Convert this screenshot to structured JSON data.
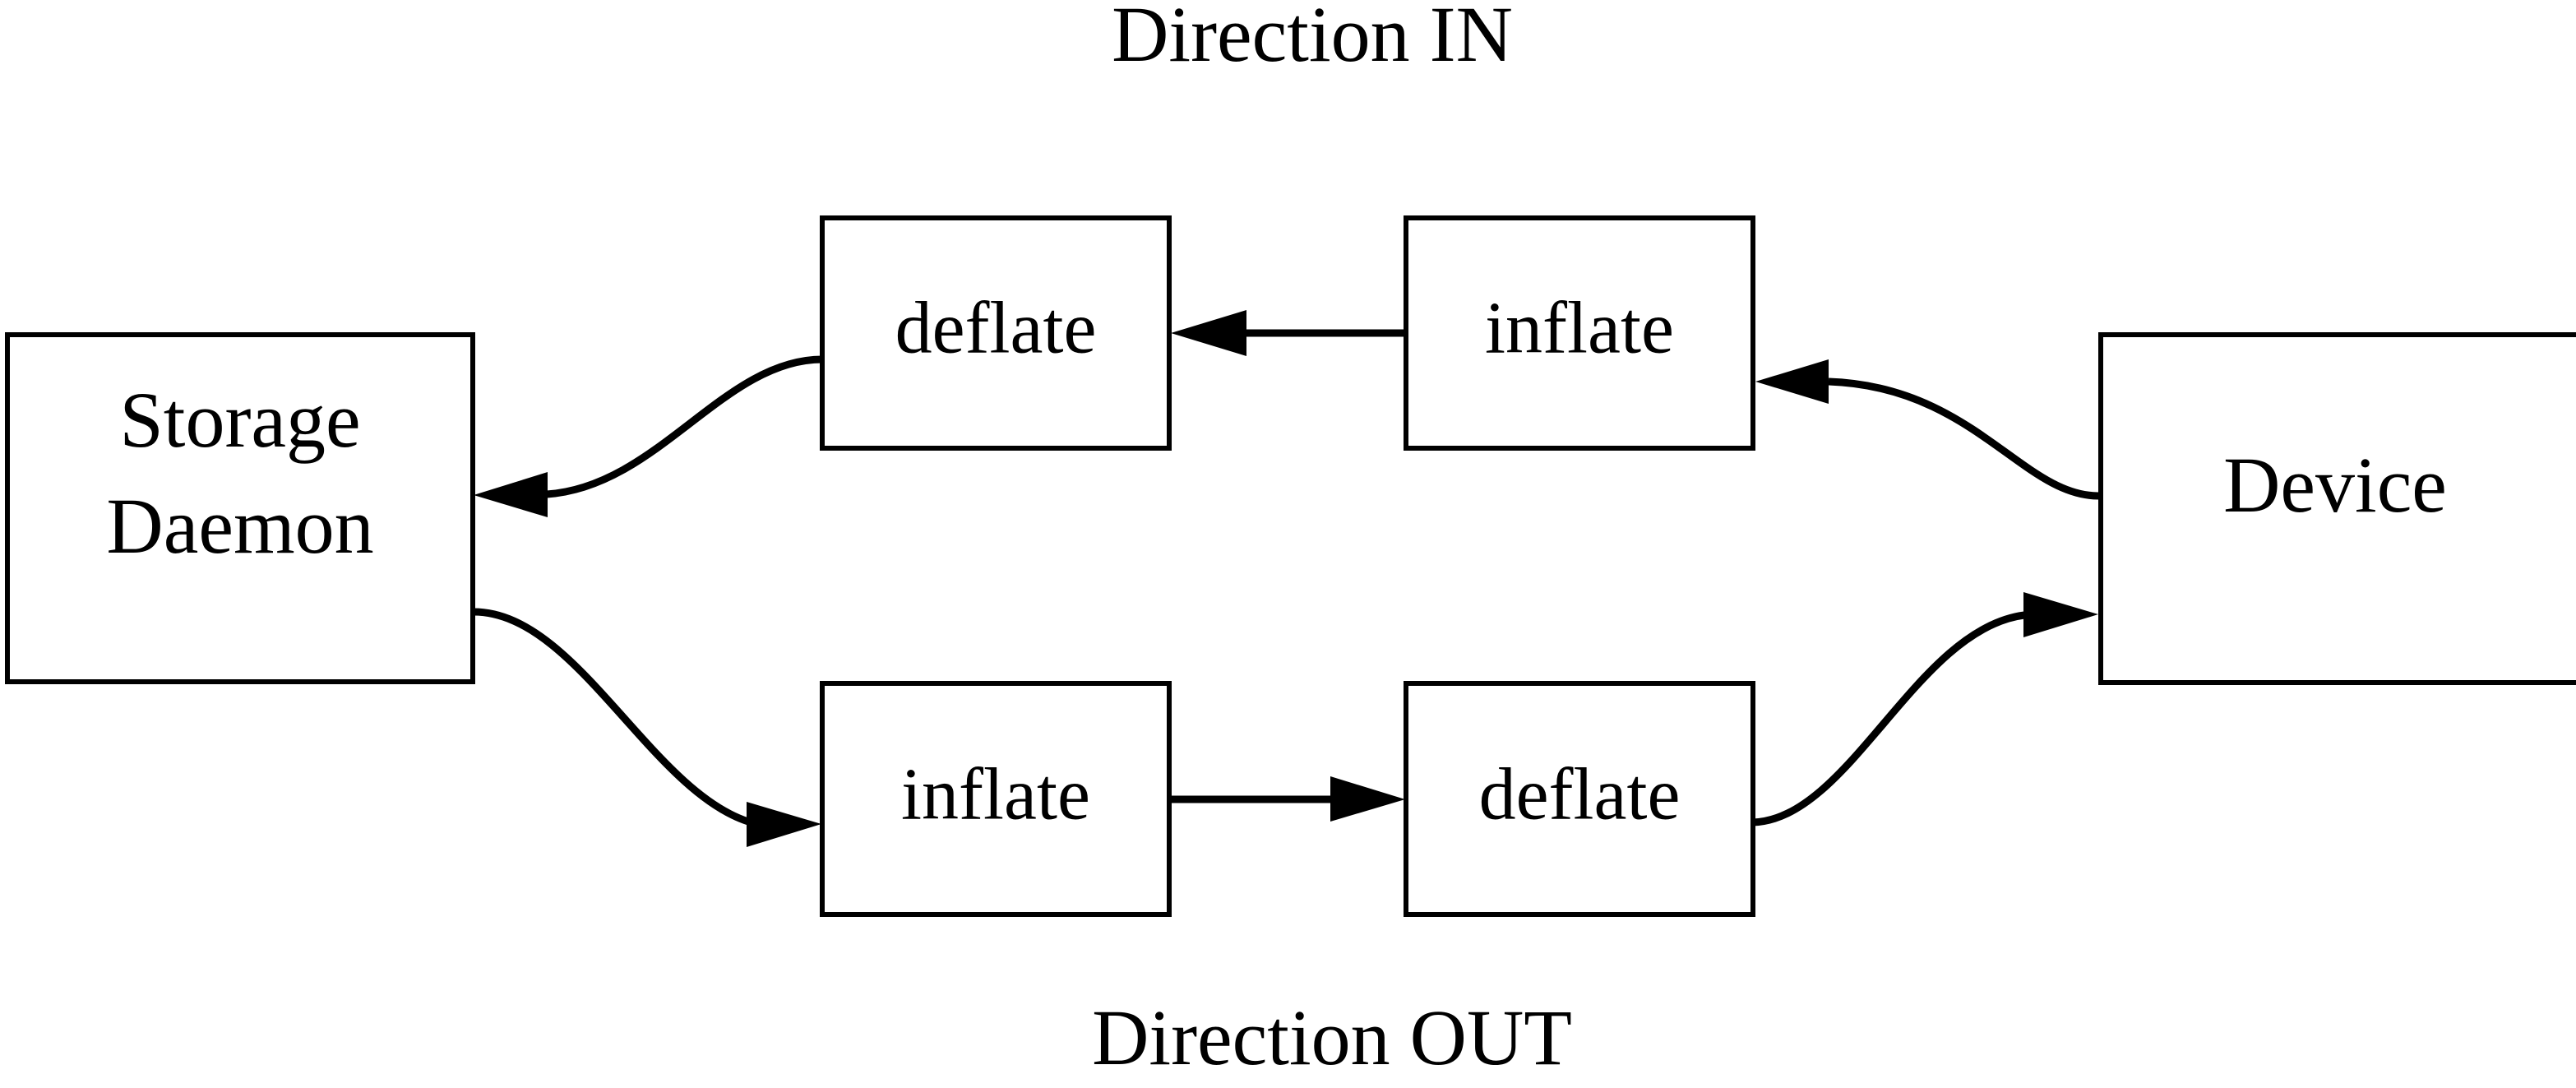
{
  "diagram": {
    "title_top": "Direction IN",
    "title_bottom": "Direction OUT",
    "background_color": "#ffffff",
    "line_color": "#000000",
    "nodes": [
      {
        "id": "storage-daemon",
        "label_line1": "Storage",
        "label_line2": "Daemon"
      },
      {
        "id": "deflate-top",
        "label": "deflate"
      },
      {
        "id": "inflate-top",
        "label": "inflate"
      },
      {
        "id": "device",
        "label": "Device"
      },
      {
        "id": "inflate-bottom",
        "label": "inflate"
      },
      {
        "id": "deflate-bottom",
        "label": "deflate"
      }
    ],
    "edges": [
      {
        "id": "device-to-inflate-top",
        "from": "device",
        "to": "inflate-top",
        "style": "curved",
        "direction": "left"
      },
      {
        "id": "inflate-top-to-deflate-top",
        "from": "inflate-top",
        "to": "deflate-top",
        "style": "straight",
        "direction": "left"
      },
      {
        "id": "deflate-top-to-storage",
        "from": "deflate-top",
        "to": "storage-daemon",
        "style": "curved",
        "direction": "left"
      },
      {
        "id": "storage-to-inflate-bottom",
        "from": "storage-daemon",
        "to": "inflate-bottom",
        "style": "curved",
        "direction": "right"
      },
      {
        "id": "inflate-bottom-to-deflate-bottom",
        "from": "inflate-bottom",
        "to": "deflate-bottom",
        "style": "straight",
        "direction": "right"
      },
      {
        "id": "deflate-bottom-to-device",
        "from": "deflate-bottom",
        "to": "device",
        "style": "curved",
        "direction": "right"
      }
    ]
  }
}
